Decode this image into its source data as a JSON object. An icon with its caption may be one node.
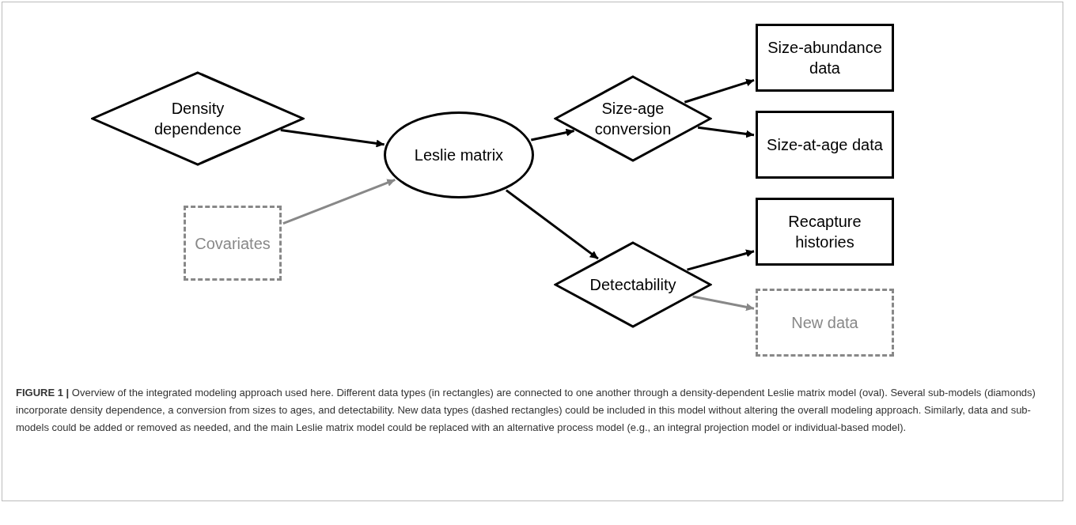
{
  "diagram": {
    "caption": "**FIGURE 1 |** Overview of the integrated modeling approach used here. Different data types (in rectangles) are connected to one another through a density-dependent Leslie matrix model (oval). Several sub-models (diamonds) incorporate density dependence, a conversion from sizes to ages, and detectability. New data types (dashed rectangles) could be included in this model without altering the overall modeling approach. Similarly, data and sub-models could be added or removed as needed, and the main Leslie matrix model could be replaced with an alternative process model (e.g., an integral projection model or individual-based model).",
    "nodes": [
      {
        "text": [
          "Density dependence"
        ]
      },
      {
        "text": [
          "Covariates"
        ]
      },
      {
        "text": [
          "Leslie matrix"
        ]
      },
      {
        "text": [
          "Size-age conversion"
        ]
      },
      {
        "text": [
          "Detectability"
        ]
      },
      {
        "text": [
          "Size-abundance data"
        ]
      },
      {
        "text": [
          "Size-at-age data"
        ]
      },
      {
        "text": [
          "Recapture histories"
        ]
      },
      {
        "text": [
          "New data"
        ]
      }
    ],
    "edges": [
      {
        "from": 0,
        "to": 2,
        "arrow": "to"
      },
      {
        "from": 1,
        "to": 2,
        "arrow": "to",
        "color": "#888888"
      },
      {
        "from": 2,
        "to": 3,
        "arrow": "to"
      },
      {
        "from": 2,
        "to": 4,
        "arrow": "to"
      },
      {
        "from": 3,
        "to": 5,
        "arrow": "to"
      },
      {
        "from": 3,
        "to": 6,
        "arrow": "to"
      },
      {
        "from": 4,
        "to": 7,
        "arrow": "to"
      },
      {
        "from": 4,
        "to": 8,
        "arrow": "to",
        "color": "#888888"
      }
    ]
  }
}
